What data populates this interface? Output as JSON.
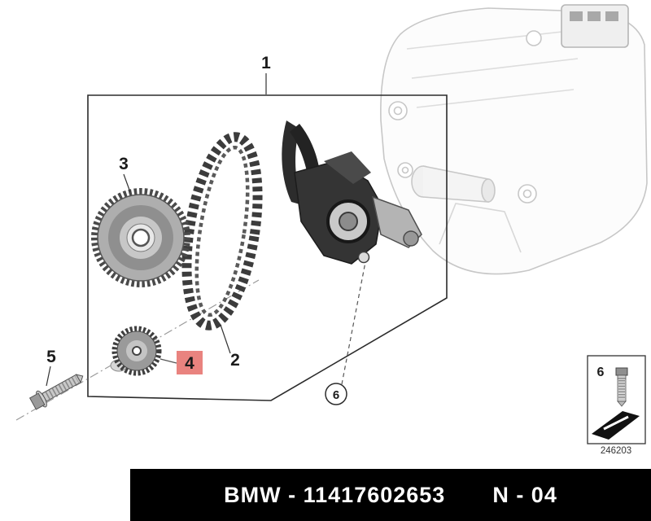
{
  "callouts": {
    "c1": "1",
    "c2": "2",
    "c3": "3",
    "c4": "4",
    "c5": "5",
    "c6": "6"
  },
  "highlight": {
    "color": "#e9837f",
    "text_color": "#63100e"
  },
  "inset": {
    "callout": "6",
    "code": "246203"
  },
  "footer": {
    "brand_part": "BMW - 11417602653",
    "page": "N - 04"
  }
}
